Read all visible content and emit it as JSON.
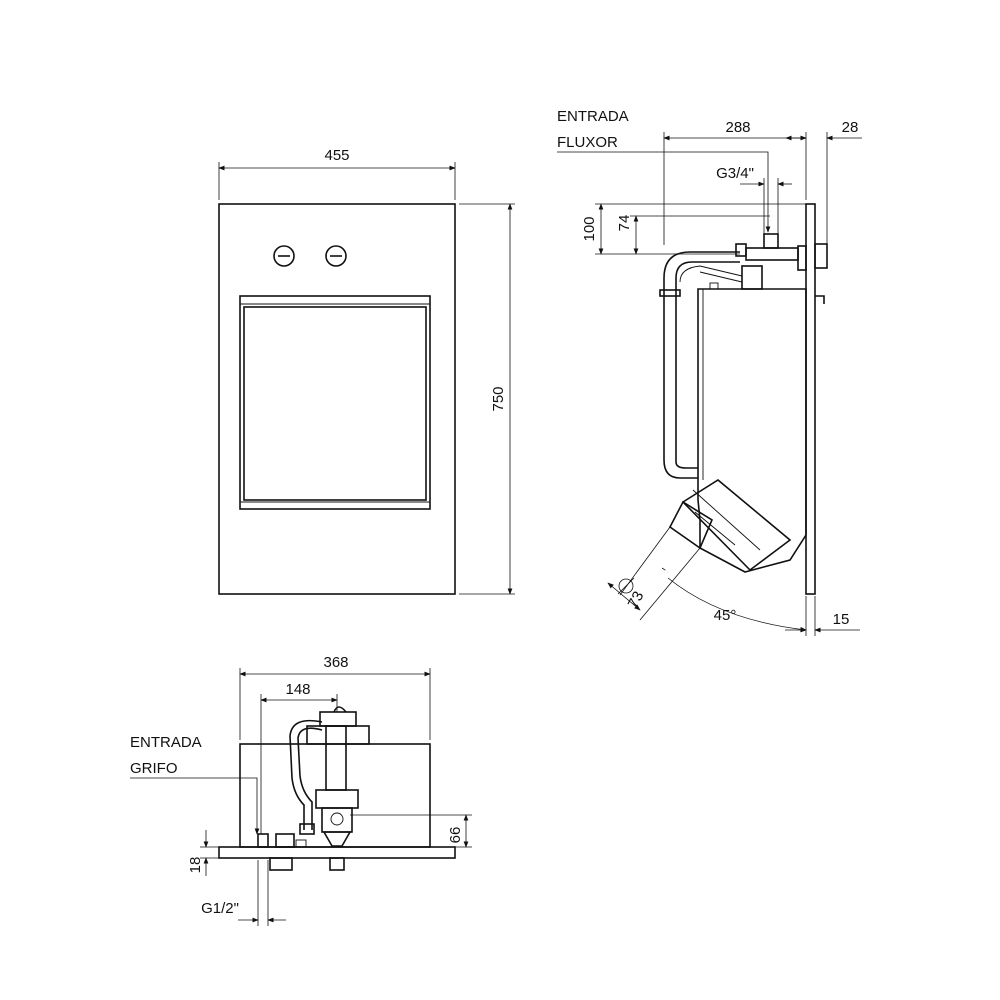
{
  "front_view": {
    "width_label": "455",
    "height_label": "750"
  },
  "side_view": {
    "inlet_label_line1": "ENTRADA",
    "inlet_label_line2": "FLUXOR",
    "depth_label": "288",
    "wall_offset_label": "28",
    "thread_label": "G3/4\"",
    "height_100_label": "100",
    "height_74_label": "74",
    "outlet_diameter_label": "73",
    "angle_label": "45°",
    "plate_thickness_label": "15"
  },
  "top_view": {
    "width_label": "368",
    "offset_label": "148",
    "inlet_label_line1": "ENTRADA",
    "inlet_label_line2": "GRIFO",
    "height_66_label": "66",
    "height_18_label": "18",
    "thread_label": "G1/2\""
  }
}
